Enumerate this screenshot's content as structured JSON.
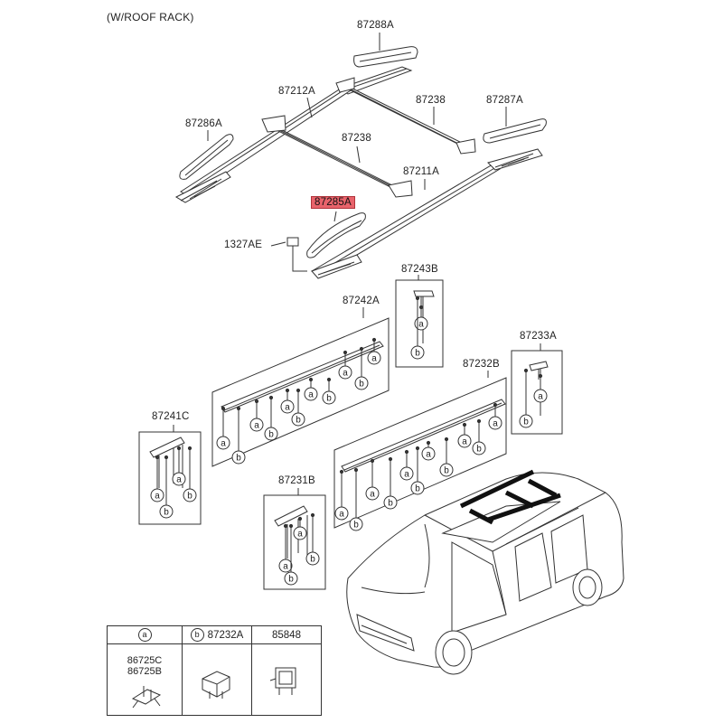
{
  "header": {
    "note": "(W/ROOF RACK)"
  },
  "parts": {
    "p87288A": "87288A",
    "p87212A": "87212A",
    "p87238_top": "87238",
    "p87287A": "87287A",
    "p87286A": "87286A",
    "p87238_mid": "87238",
    "p87211A": "87211A",
    "p87285A": "87285A",
    "p1327AE": "1327AE",
    "p87243B": "87243B",
    "p87242A": "87242A",
    "p87233A": "87233A",
    "p87232B": "87232B",
    "p87241C": "87241C",
    "p87231B": "87231B"
  },
  "clip_labels": {
    "a": "a",
    "b": "b"
  },
  "legend": {
    "col1": {
      "mark": "a",
      "line1": "86725C",
      "line2": "86725B"
    },
    "col2": {
      "mark": "b",
      "part": "87232A"
    },
    "col3": {
      "part": "85848"
    }
  },
  "colors": {
    "highlight": "#e8636b",
    "line": "#333333"
  }
}
